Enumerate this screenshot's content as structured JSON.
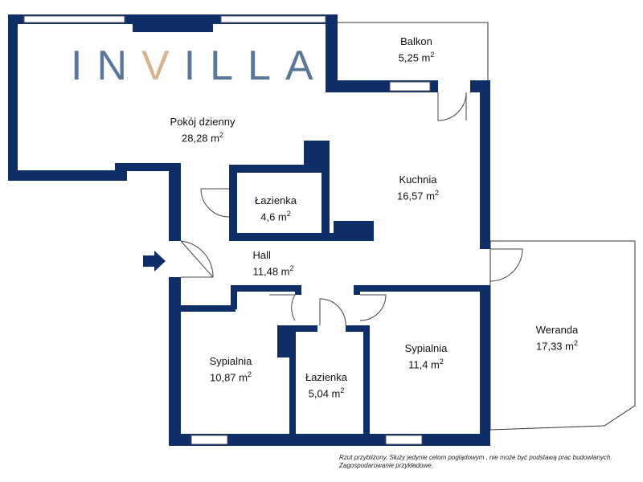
{
  "logo": {
    "prefix": "IN",
    "accent": "V",
    "suffix": "ILLA",
    "text": "INVILLA"
  },
  "rooms": [
    {
      "name": "Balkon",
      "area": "5,25 m",
      "unit_sup": "2"
    },
    {
      "name": "Pokój dzienny",
      "area": "28,28 m",
      "unit_sup": "2"
    },
    {
      "name": "Łazienka",
      "area": "4,6 m",
      "unit_sup": "2"
    },
    {
      "name": "Kuchnia",
      "area": "16,57 m",
      "unit_sup": "2"
    },
    {
      "name": "Hall",
      "area": "11,48 m",
      "unit_sup": "2"
    },
    {
      "name": "Weranda",
      "area": "17,33 m",
      "unit_sup": "2"
    },
    {
      "name": "Sypialnia",
      "area": "10,87 m",
      "unit_sup": "2"
    },
    {
      "name": "Łazienka",
      "area": "5,04 m",
      "unit_sup": "2"
    },
    {
      "name": "Sypialnia",
      "area": "11,4 m",
      "unit_sup": "2"
    }
  ],
  "note": {
    "line1": "Rzut przybliżony. Służy jedynie celom poglądowym , nie może być podstawą prac budowlanych.",
    "line2": "Zagospodarowanie przykładowe."
  },
  "colors": {
    "wall": "#0f2d66",
    "logo": "#57789a",
    "logo_accent": "#d7b48f"
  }
}
